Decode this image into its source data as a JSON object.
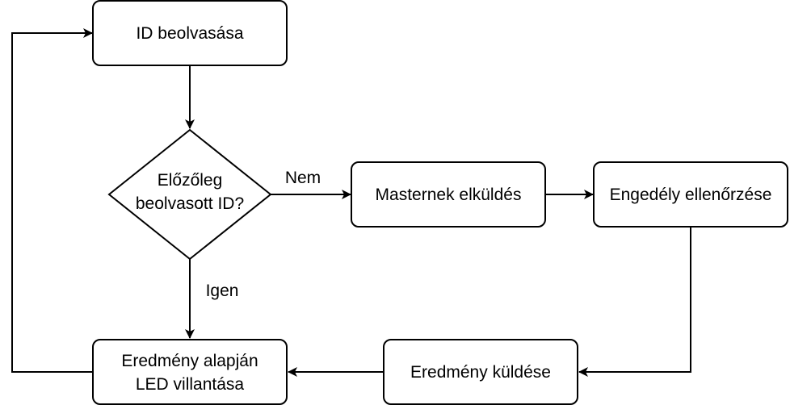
{
  "nodes": {
    "read_id": {
      "label": "ID beolvasása"
    },
    "decision": {
      "line1": "Előzőleg",
      "line2": "beolvasott ID?"
    },
    "send_master": {
      "label": "Masternek elküldés"
    },
    "check_permission": {
      "label": "Engedély ellenőrzése"
    },
    "send_result": {
      "label": "Eredmény küldése"
    },
    "led_flash": {
      "line1": "Eredmény alapján",
      "line2": "LED villantása"
    }
  },
  "edges": {
    "no_label": "Nem",
    "yes_label": "Igen"
  },
  "colors": {
    "stroke": "#000000",
    "fill": "#ffffff",
    "text": "#000000"
  }
}
